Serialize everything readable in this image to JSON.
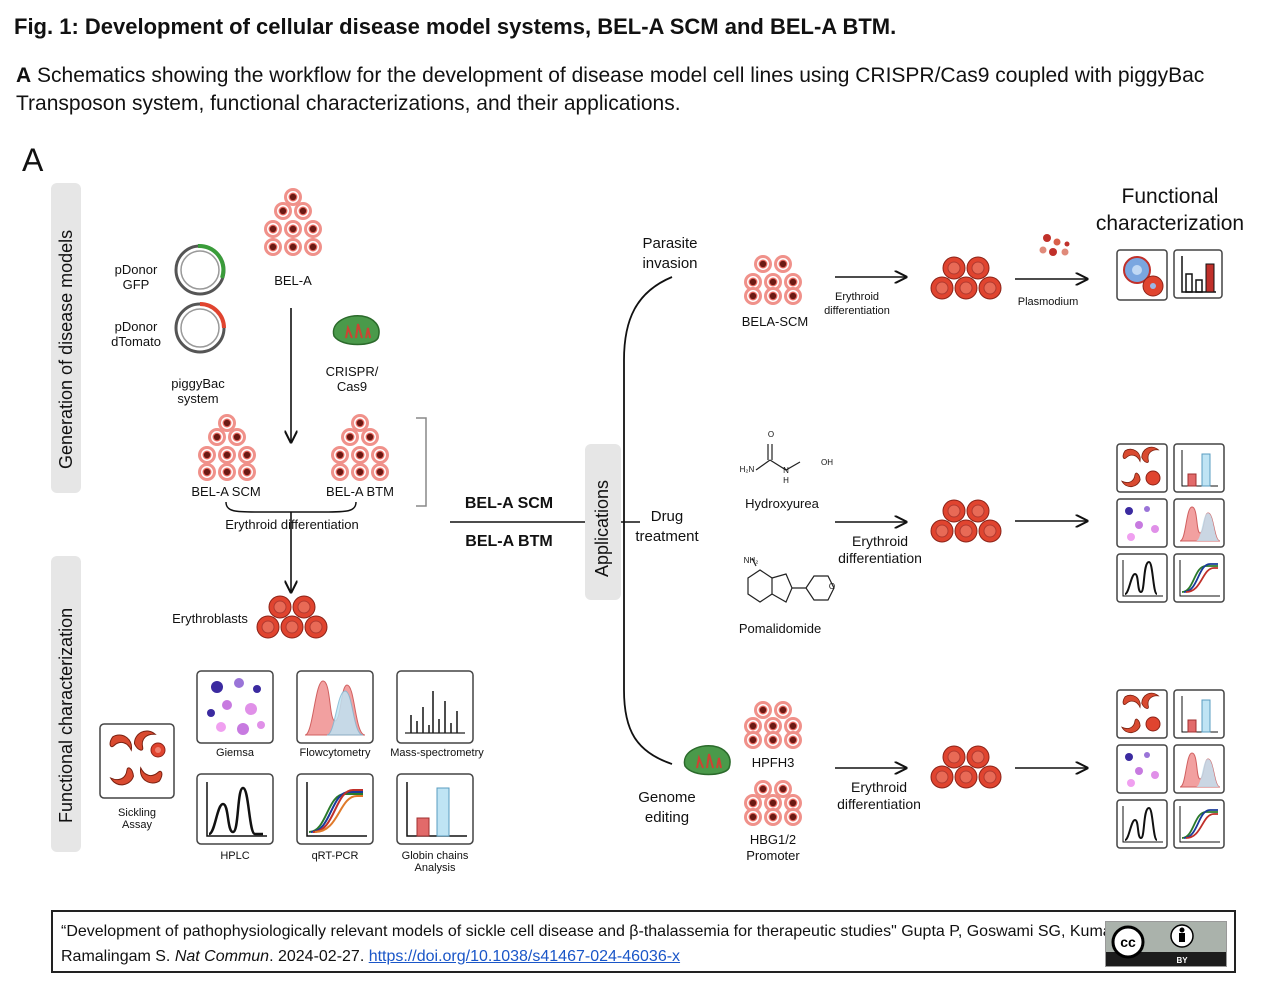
{
  "figure": {
    "title": "Fig. 1: Development of cellular disease model systems, BEL-A SCM and BEL-A BTM.",
    "caption_letter": "A",
    "caption_text": " Schematics showing the workflow for the development of disease model cell lines using CRISPR/Cas9 coupled with piggyBac Transposon system, functional characterizations, and their applications.",
    "panel_letter": "A"
  },
  "side_tabs": {
    "generation": "Generation of disease models",
    "functional": "Functional characterization",
    "applications": "Applications"
  },
  "left": {
    "pdonor_gfp": [
      "pDonor",
      "GFP"
    ],
    "pdonor_dtomato": [
      "pDonor",
      "dTomato"
    ],
    "piggybac": [
      "piggyBac",
      "system"
    ],
    "bel_a": "BEL-A",
    "crispr": [
      "CRISPR/",
      "Cas9"
    ],
    "bel_a_scm": "BEL-A SCM",
    "bel_a_btm": "BEL-A BTM",
    "erythroid_diff": "Erythroid differentiation",
    "erythroblasts": "Erythroblasts",
    "assays": {
      "giemsa": "Giemsa",
      "flow": "Flowcytometry",
      "mass": "Mass-spectrometry",
      "sickling": [
        "Sickling",
        "Assay"
      ],
      "hplc": "HPLC",
      "qrtpcr": "qRT-PCR",
      "globin": [
        "Globin chains",
        "Analysis"
      ]
    }
  },
  "middle": {
    "model_1": "BEL-A SCM",
    "model_2": "BEL-A BTM"
  },
  "right": {
    "functional_header": [
      "Functional",
      "characterization"
    ],
    "parasite": [
      "Parasite",
      "invasion"
    ],
    "bela_scm": "BELA-SCM",
    "erythroid_small": [
      "Erythroid",
      "differentiation"
    ],
    "plasmodium": "Plasmodium",
    "drug": [
      "Drug",
      "treatment"
    ],
    "hydroxyurea": "Hydroxyurea",
    "pomalidomide": "Pomalidomide",
    "erythroid_mid": [
      "Erythroid",
      "differentiation"
    ],
    "genome": [
      "Genome",
      "editing"
    ],
    "hpfh3": "HPFH3",
    "hbg": [
      "HBG1/2",
      "Promoter"
    ],
    "erythroid_low": [
      "Erythroid",
      "differentiation"
    ],
    "hu_atoms": {
      "h2n": "H₂N",
      "oh": "OH",
      "h": "H",
      "n": "N",
      "o": "O"
    },
    "pom_atoms": {
      "nh2": "NH₂",
      "o": "O"
    }
  },
  "citation": {
    "text_before": "“Development of pathophysiologically relevant models of sickle cell disease and β-thalassemia for therapeutic studies\" Gupta P, Goswami SG, Kumari G [..] Singh S, Ramalingam S. ",
    "journal": "Nat Commun",
    "text_after": ". 2024-02-27. ",
    "doi": "https://doi.org/10.1038/s41467-024-46036-x",
    "badge_cc": "cc",
    "badge_by": "BY"
  },
  "colors": {
    "cell_fill": "#e8736b",
    "cell_light": "#f2a19a",
    "cell_ring": "#b23a30",
    "nucleus": "#6b1a14",
    "rbc": "#e0442f",
    "green": "#3a9c3a",
    "bar_red": "#e26a6a",
    "bar_blue": "#9ed4ee"
  }
}
